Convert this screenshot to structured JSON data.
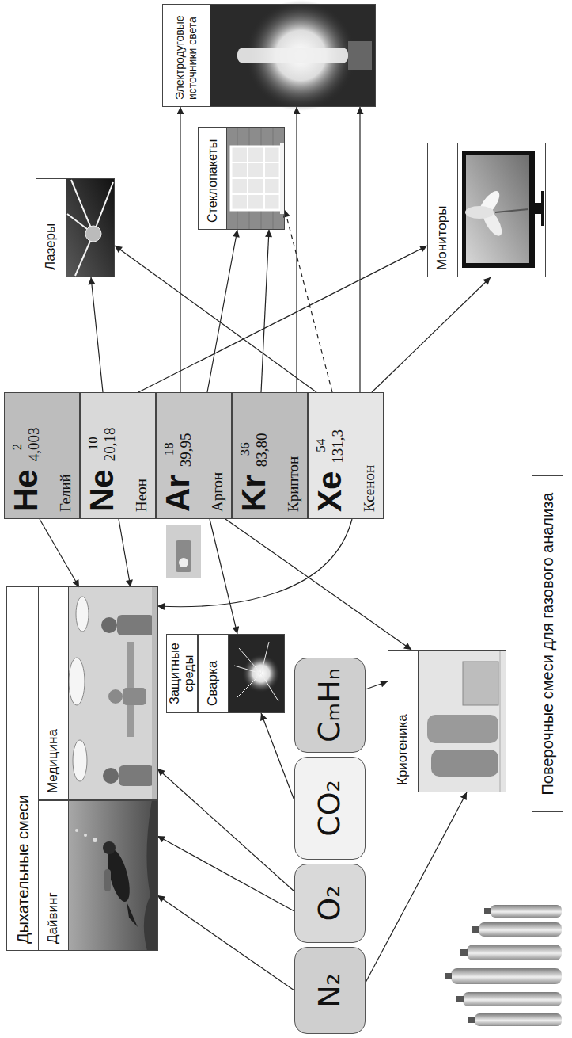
{
  "diagram": {
    "nodes": [
      {
        "text": [
          "Дыхательные смеси"
        ]
      },
      {
        "text": [
          "Дайвинг"
        ],
        "in": 0
      },
      {
        "text": [
          "Медицина"
        ],
        "in": 0
      },
      {
        "text": [
          "He",
          "2",
          "4,003",
          "Гелий"
        ]
      },
      {
        "text": [
          "Ne",
          "10",
          "20,18",
          "Неон"
        ]
      },
      {
        "text": [
          "Ar",
          "18",
          "39,95",
          "Аргон"
        ]
      },
      {
        "text": [
          "Kr",
          "36",
          "83,80",
          "Криптон"
        ]
      },
      {
        "text": [
          "Xe",
          "54",
          "131,3",
          "Ксенон"
        ]
      },
      {
        "text": [
          "Лазеры"
        ]
      },
      {
        "text": [
          "Стеклопакеты"
        ]
      },
      {
        "text": [
          "Электродуговые источники света"
        ]
      },
      {
        "text": [
          "Защитные среды"
        ]
      },
      {
        "text": [
          "Сварка"
        ]
      },
      {
        "text": [
          "Мониторы"
        ]
      },
      {
        "text": [
          "Криогеника"
        ]
      },
      {
        "text": [
          "N₂"
        ]
      },
      {
        "text": [
          "O₂"
        ]
      },
      {
        "text": [
          "CO₂"
        ]
      },
      {
        "text": [
          "CₘHₙ"
        ]
      },
      {
        "text": [
          "Поверочные смеси для газового анализа"
        ]
      }
    ],
    "edges": [
      {
        "from": 3,
        "to": 2,
        "arrow": "to"
      },
      {
        "from": 4,
        "to": 2,
        "arrow": "to"
      },
      {
        "from": 4,
        "to": 8,
        "arrow": "to"
      },
      {
        "from": 4,
        "to": 13,
        "arrow": "to"
      },
      {
        "from": 5,
        "to": 10,
        "arrow": "to"
      },
      {
        "from": 5,
        "to": 9,
        "arrow": "to"
      },
      {
        "from": 5,
        "to": 12,
        "arrow": "to"
      },
      {
        "from": 5,
        "to": 14,
        "arrow": "to"
      },
      {
        "from": 6,
        "to": 10,
        "arrow": "to"
      },
      {
        "from": 6,
        "to": 9,
        "arrow": "to"
      },
      {
        "from": 7,
        "to": 8,
        "arrow": "to"
      },
      {
        "from": 7,
        "to": 9,
        "arrow": "to"
      },
      {
        "from": 7,
        "to": 10,
        "arrow": "to"
      },
      {
        "from": 7,
        "to": 13,
        "arrow": "to"
      },
      {
        "from": 7,
        "to": 2,
        "arrow": "to"
      },
      {
        "from": 15,
        "to": 1,
        "arrow": "to"
      },
      {
        "from": 16,
        "to": 1,
        "arrow": "to"
      },
      {
        "from": 16,
        "to": 2,
        "arrow": "to"
      },
      {
        "from": 17,
        "to": 12,
        "arrow": "to"
      },
      {
        "from": 15,
        "to": 14,
        "arrow": "to"
      },
      {
        "from": 18,
        "to": 14,
        "arrow": "to"
      }
    ]
  }
}
